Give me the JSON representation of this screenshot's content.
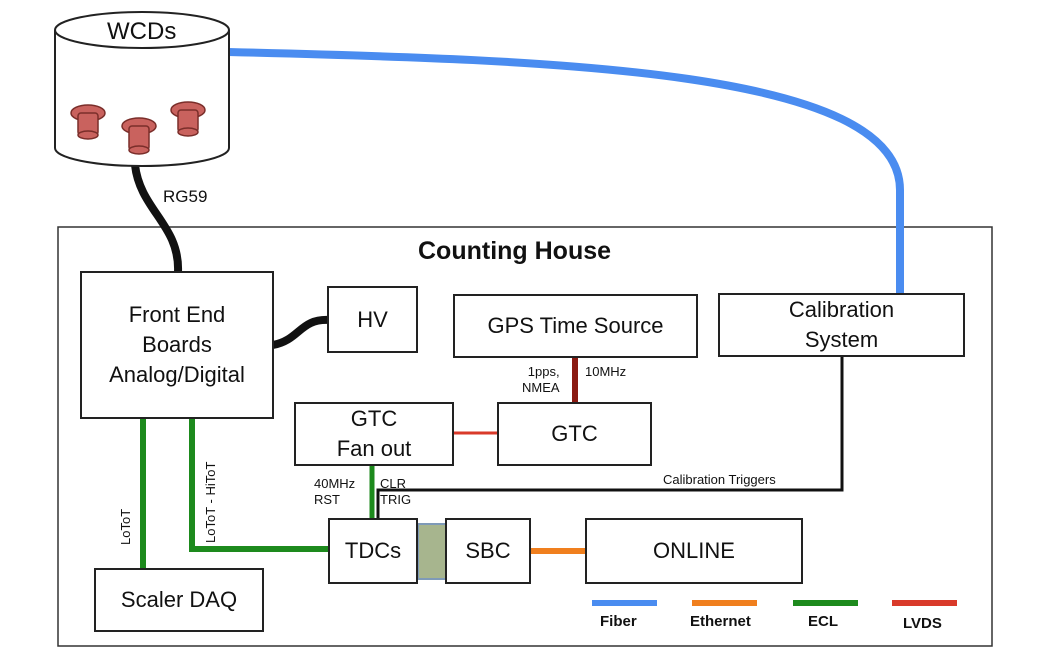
{
  "wcd": {
    "title": "WCDs"
  },
  "cables": {
    "rg59": "RG59"
  },
  "house": {
    "title": "Counting House"
  },
  "boxes": {
    "front_end": [
      "Front End",
      "Boards",
      "Analog/Digital"
    ],
    "hv": "HV",
    "gps": "GPS Time Source",
    "calibration": [
      "Calibration",
      "System"
    ],
    "gtc_fanout": [
      "GTC",
      "Fan out"
    ],
    "gtc": "GTC",
    "scaler": "Scaler DAQ",
    "tdcs": "TDCs",
    "sbc": "SBC",
    "online": "ONLINE"
  },
  "signals": {
    "pps": [
      "1pps,",
      "NMEA"
    ],
    "mhz10": "10MHz",
    "mhz40": [
      "40MHz",
      "RST"
    ],
    "clr": [
      "CLR",
      "TRIG"
    ],
    "cal_triggers": "Calibration Triggers",
    "lotot": "LoToT",
    "lotot_hitot": "LoToT - HiToT"
  },
  "legend": [
    {
      "label": "Fiber",
      "color": "#4a8cf0"
    },
    {
      "label": "Ethernet",
      "color": "#f07f1e"
    },
    {
      "label": "ECL",
      "color": "#1d8a1d"
    },
    {
      "label": "LVDS",
      "color": "#d93a2a"
    }
  ]
}
